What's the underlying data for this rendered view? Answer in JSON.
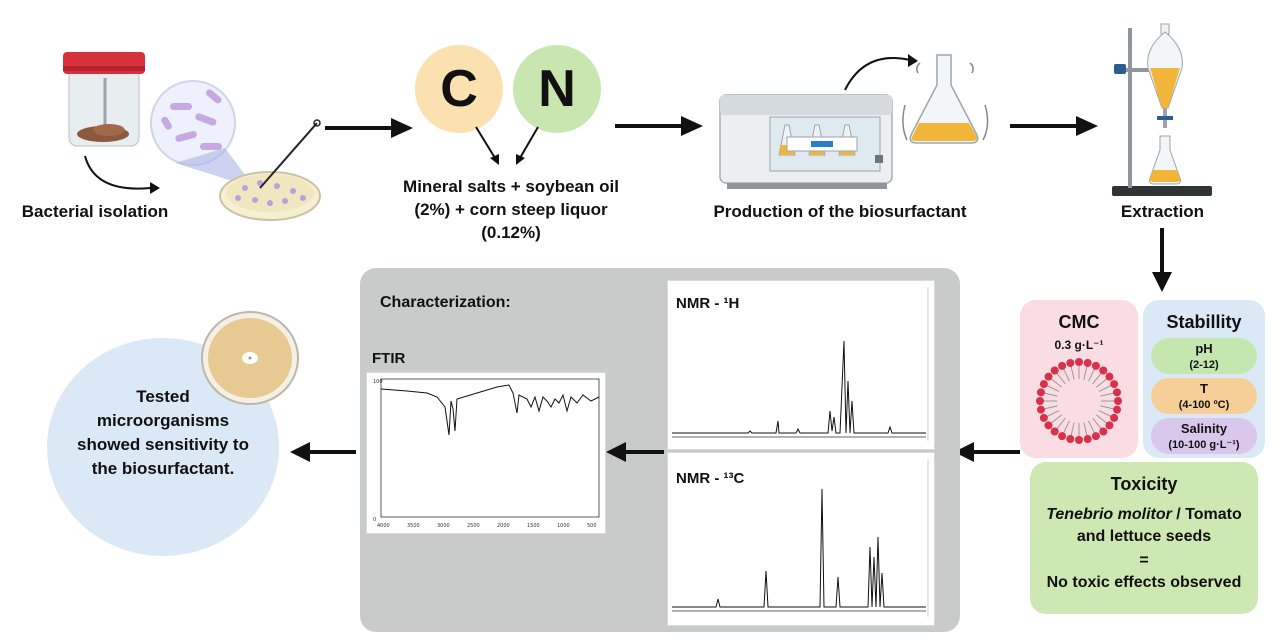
{
  "steps": {
    "isolation_label": "Bacterial isolation",
    "medium_label": "Mineral salts + soybean oil (2%) + corn steep liquor (0.12%)",
    "production_label": "Production of the biosurfactant",
    "extraction_label": "Extraction"
  },
  "nutrients": {
    "carbon": "C",
    "nitrogen": "N"
  },
  "characterization": {
    "title": "Characterization:",
    "ftir_title": "FTIR",
    "nmr_h_title": "NMR - ¹H",
    "nmr_c_title": "NMR - ¹³C"
  },
  "cmc": {
    "title": "CMC",
    "value": "0.3 g·L⁻¹"
  },
  "stability": {
    "title": "Stabillity",
    "ph_label": "pH",
    "ph_range": "(2-12)",
    "t_label": "T",
    "t_range": "(4-100 ºC)",
    "salinity_label": "Salinity",
    "salinity_range": "(10-100 g·L⁻¹)"
  },
  "toxicity": {
    "title": "Toxicity",
    "organism": "Tenebrio molitor",
    "organism_rest": " / Tomato and lettuce seeds",
    "equals": "=",
    "result": "No toxic effects observed"
  },
  "result": {
    "text": "Tested microorganisms showed sensitivity to the biosurfactant."
  },
  "colors": {
    "carbon": "#fbe0b0",
    "nitrogen": "#c7e6b0",
    "cmc_bg": "#f9dde2",
    "stability_bg": "#dbe8f6",
    "ph": "#c4e7b0",
    "temp": "#f5cf97",
    "salinity": "#d9c8ec",
    "toxicity_bg": "#cde8b2",
    "result_bg": "#dbe9f6",
    "panel_gray": "#c9cbcb"
  }
}
